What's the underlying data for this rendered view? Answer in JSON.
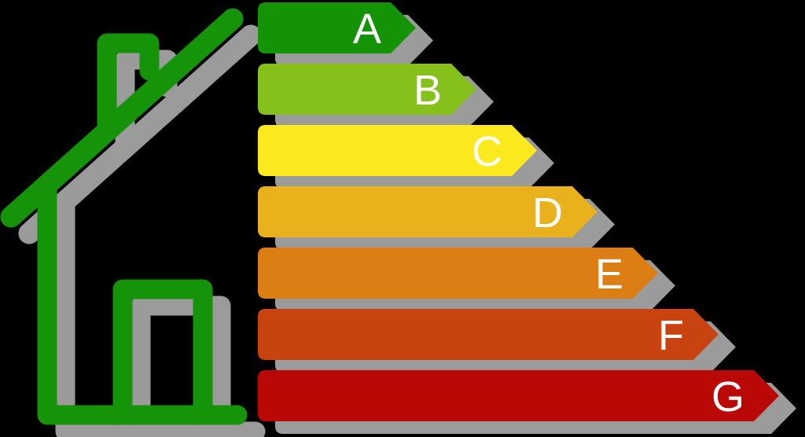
{
  "title": "Energy efficiency rating pictogram: green house outline with A to G arrow scale",
  "icon": {
    "name": "energy-house-icon"
  },
  "colors": {
    "background": "#000000",
    "shadow": "#9b9b9b",
    "house_green": "#159309",
    "label_text": "#ffffff"
  },
  "chart_data": {
    "type": "bar",
    "orientation": "horizontal",
    "title": "",
    "xlabel": "",
    "ylabel": "",
    "legend": "none",
    "grid": false,
    "categories": [
      "A",
      "B",
      "C",
      "D",
      "E",
      "F",
      "G"
    ],
    "values": [
      1,
      2,
      3,
      4,
      5,
      6,
      7
    ],
    "series": [
      {
        "name": "arrow-body-length-px",
        "values": [
          169,
          246,
          323,
          400,
          477,
          554,
          631
        ]
      }
    ],
    "bars": [
      {
        "label": "A",
        "color": "#149307"
      },
      {
        "label": "B",
        "color": "#86c01a"
      },
      {
        "label": "C",
        "color": "#fdea1e"
      },
      {
        "label": "D",
        "color": "#e9b21c"
      },
      {
        "label": "E",
        "color": "#dd7e14"
      },
      {
        "label": "F",
        "color": "#c84310"
      },
      {
        "label": "G",
        "color": "#b90806"
      }
    ]
  }
}
